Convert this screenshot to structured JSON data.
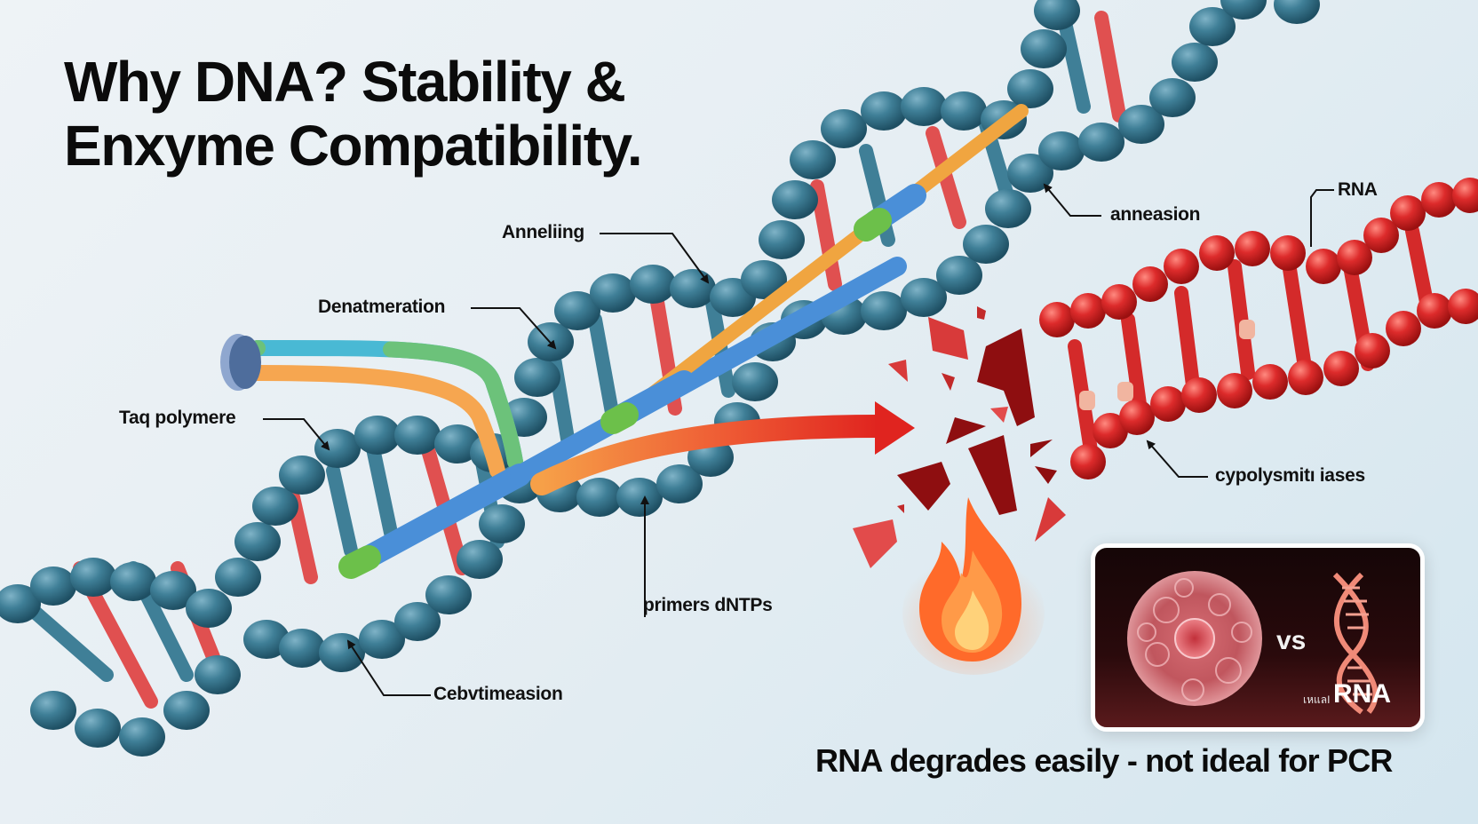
{
  "title": {
    "line1": "Why DNA? Stability &",
    "line2": "Enxyme Compatibility."
  },
  "labels": {
    "annealing": "Anneliing",
    "denaturation": "Denatmeration",
    "taq": "Taq polymere",
    "extension": "Cebvtimeasion",
    "primers": "primers dNTPs",
    "anneasion": "anneasion",
    "rna": "RNA",
    "lyses": "cypolysmitı iases"
  },
  "inset": {
    "vs": "vs",
    "small_label": "เหแลI",
    "rna_label": "RNA"
  },
  "caption": "RNA degrades easily - not ideal for PCR",
  "icons": {
    "dna": "dna-helix-icon",
    "rna": "rna-helix-icon",
    "fire": "fire-icon",
    "cell": "cell-icon",
    "arrow": "right-arrow-icon"
  },
  "colors": {
    "dna_backbone": "#3d7a92",
    "rna_backbone": "#d42a2a",
    "base_red": "#e04a4a",
    "base_orange": "#f0a040",
    "base_blue": "#4a8fd8",
    "base_green": "#6cc04a",
    "tube_cyan": "#49b9d4",
    "tube_orange": "#f6a650",
    "tube_green": "#6cc27a",
    "arrow_red": "#e0342a",
    "fragment_dark": "#8e0e10",
    "fire_orange": "#ff7a30",
    "fire_yellow": "#ffd27a"
  }
}
